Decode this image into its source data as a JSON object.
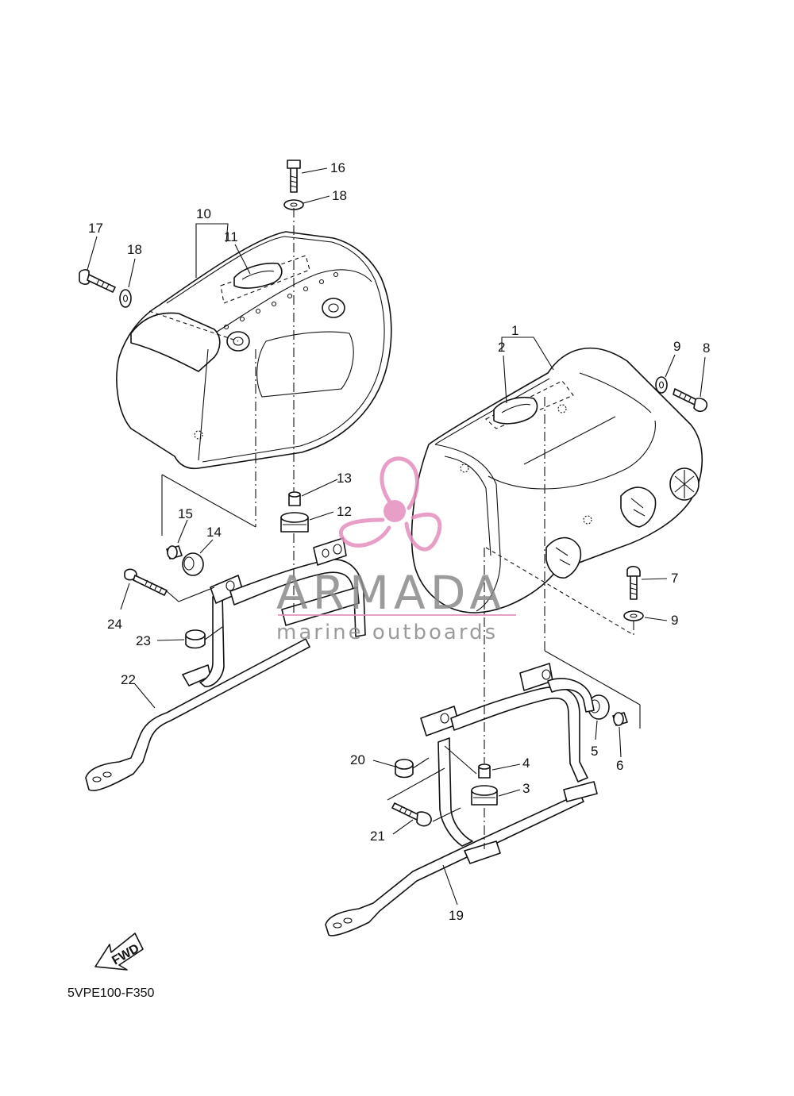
{
  "diagram_code": "5VPE100-F350",
  "fwd_label": "FWD",
  "watermark": {
    "brand": "ARMADA",
    "tagline": "marine outboards",
    "brand_color": "#8a8a8a",
    "logo_color": "#e58fbe"
  },
  "callouts": {
    "c1": "1",
    "c2": "2",
    "c3": "3",
    "c4": "4",
    "c5": "5",
    "c6": "6",
    "c7": "7",
    "c8": "8",
    "c9a": "9",
    "c9b": "9",
    "c10": "10",
    "c11": "11",
    "c12": "12",
    "c13": "13",
    "c14": "14",
    "c15": "15",
    "c16": "16",
    "c17": "17",
    "c18a": "18",
    "c18b": "18",
    "c19": "19",
    "c20": "20",
    "c21": "21",
    "c22": "22",
    "c23": "23",
    "c24": "24"
  }
}
